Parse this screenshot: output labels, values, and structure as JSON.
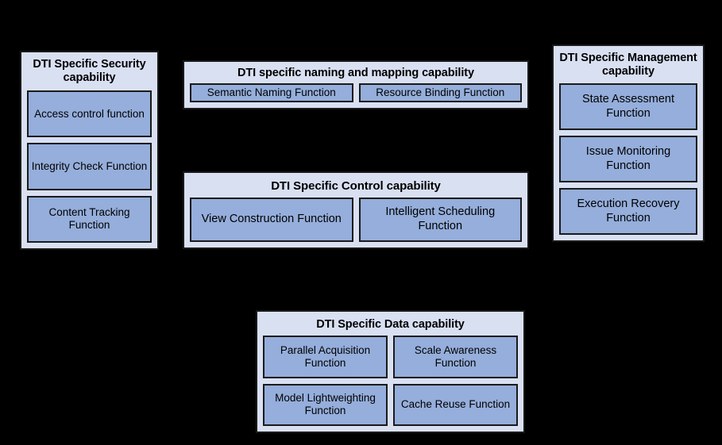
{
  "diagram": {
    "background_color": "#000000",
    "panel_fill": "#d9e0f2",
    "function_fill": "#95aedb",
    "border_color": "#1a1a1a",
    "panels": [
      {
        "id": "security",
        "title": "DTI Specific Security capability",
        "rows": [
          {
            "boxes": [
              {
                "label": "Access control function"
              }
            ]
          },
          {
            "boxes": [
              {
                "label": "Integrity Check Function"
              }
            ]
          },
          {
            "boxes": [
              {
                "label": "Content Tracking Function"
              }
            ]
          }
        ]
      },
      {
        "id": "naming",
        "title": "DTI specific naming and mapping capability",
        "rows": [
          {
            "boxes": [
              {
                "label": "Semantic Naming Function"
              },
              {
                "label": "Resource Binding Function"
              }
            ]
          }
        ]
      },
      {
        "id": "control",
        "title": "DTI Specific Control capability",
        "rows": [
          {
            "boxes": [
              {
                "label": "View Construction Function"
              },
              {
                "label": "Intelligent Scheduling Function"
              }
            ]
          }
        ]
      },
      {
        "id": "management",
        "title": "DTI Specific Management capability",
        "rows": [
          {
            "boxes": [
              {
                "label": "State Assessment Function"
              }
            ]
          },
          {
            "boxes": [
              {
                "label": "Issue Monitoring Function"
              }
            ]
          },
          {
            "boxes": [
              {
                "label": "Execution Recovery Function"
              }
            ]
          }
        ]
      },
      {
        "id": "data",
        "title": "DTI Specific Data capability",
        "rows": [
          {
            "boxes": [
              {
                "label": "Parallel Acquisition Function"
              },
              {
                "label": "Scale Awareness Function"
              }
            ]
          },
          {
            "boxes": [
              {
                "label": "Model Lightweighting Function"
              },
              {
                "label": "Cache Reuse Function"
              }
            ]
          }
        ]
      }
    ]
  }
}
